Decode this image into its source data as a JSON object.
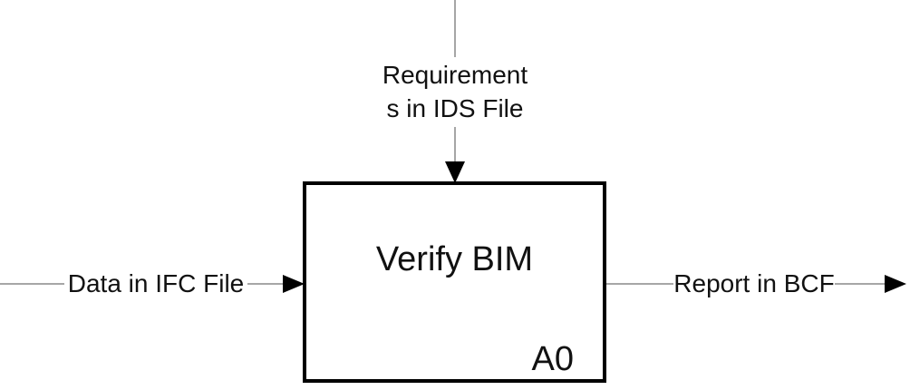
{
  "diagram": {
    "box": {
      "label": "Verify BIM",
      "node_id": "A0"
    },
    "arrows": {
      "control": {
        "label": "Requirement\ns in IDS File",
        "direction": "down"
      },
      "input": {
        "label": "Data in IFC File",
        "direction": "right"
      },
      "output": {
        "label": "Report in BCF",
        "direction": "right"
      }
    },
    "colors": {
      "line": "#a6a6a6",
      "arrowhead": "#000000",
      "box_border": "#000000",
      "text": "#111111",
      "background": "#ffffff"
    }
  }
}
